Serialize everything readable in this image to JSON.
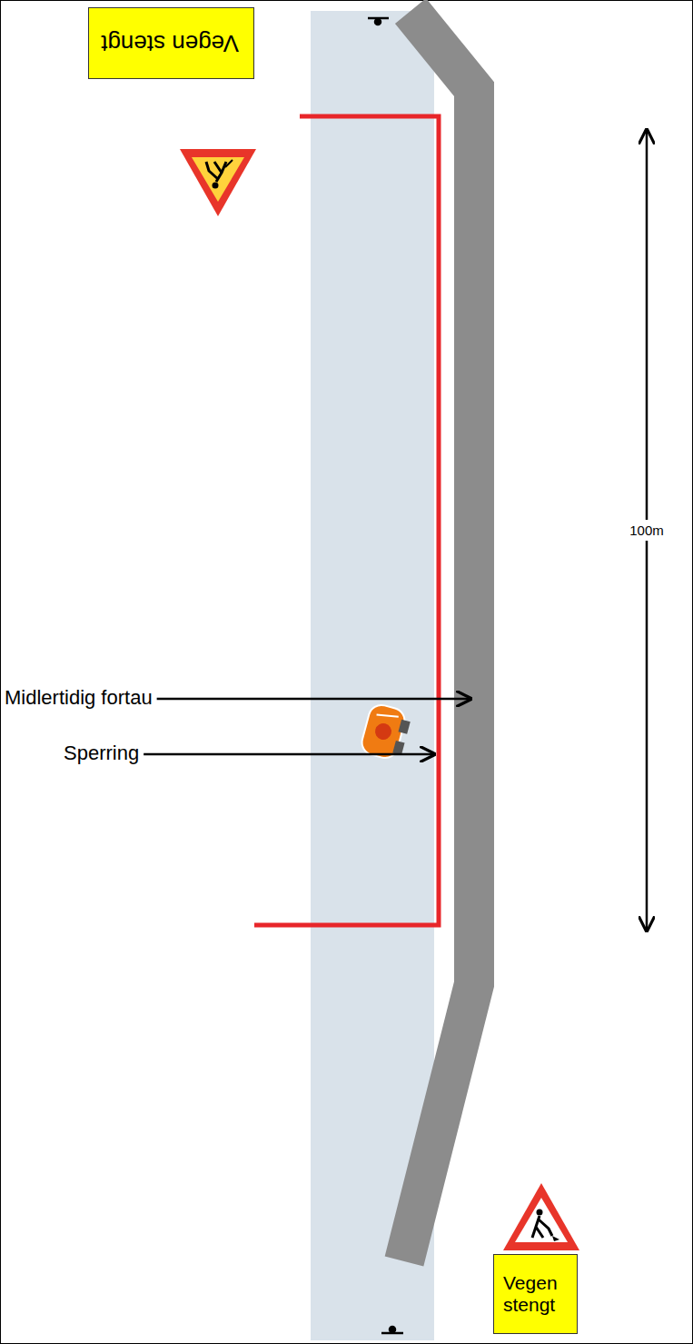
{
  "diagram": {
    "nodes": [
      {
        "text": [
          "Vegen stengt"
        ]
      },
      {
        "text": [
          "Vegen stengt"
        ]
      }
    ],
    "labels": [
      "Midlertidig fortau",
      "Sperring",
      "100m"
    ]
  }
}
